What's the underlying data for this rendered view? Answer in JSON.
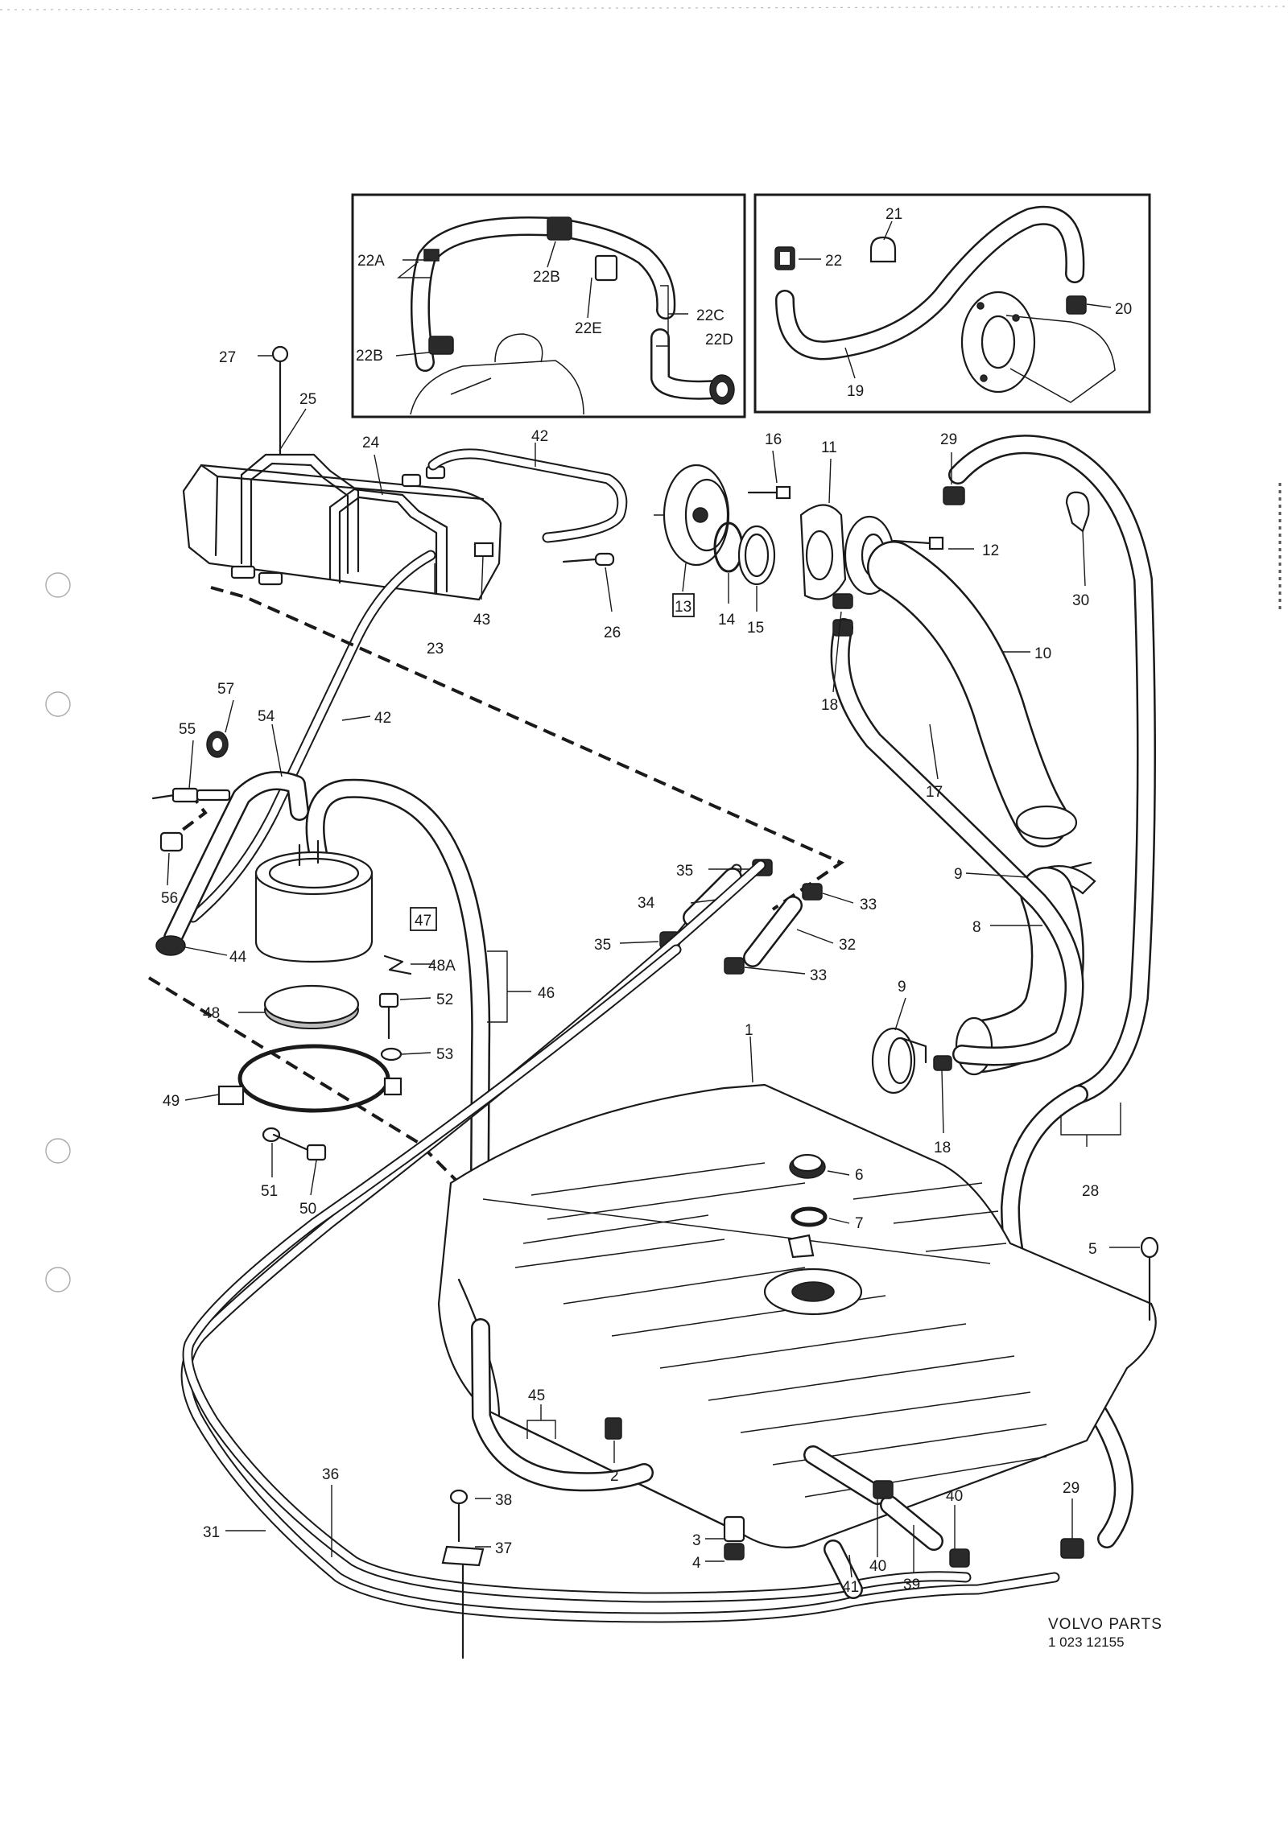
{
  "labels": {
    "l22A": "22A",
    "l22B_top": "22B",
    "l22E": "22E",
    "l22C": "22C",
    "l22D": "22D",
    "l22B_bot": "22B",
    "l21": "21",
    "l22": "22",
    "l20": "20",
    "l19": "19",
    "l27": "27",
    "l25": "25",
    "l24": "24",
    "l42_top": "42",
    "l43": "43",
    "l23": "23",
    "l26": "26",
    "l16": "16",
    "l11": "11",
    "l13": "13",
    "l14": "14",
    "l15": "15",
    "l18_top": "18",
    "l29_top": "29",
    "l12": "12",
    "l30": "30",
    "l10": "10",
    "l17": "17",
    "l57": "57",
    "l55": "55",
    "l54": "54",
    "l42_mid": "42",
    "l56": "56",
    "l44": "44",
    "l47": "47",
    "l48A": "48A",
    "l48": "48",
    "l52": "52",
    "l53": "53",
    "l46": "46",
    "l49": "49",
    "l51": "51",
    "l50": "50",
    "l35_top": "35",
    "l34": "34",
    "l35_bot": "35",
    "l33_top": "33",
    "l32": "32",
    "l33_bot": "33",
    "l9_top": "9",
    "l8": "8",
    "l9_bot": "9",
    "l18_bot": "18",
    "l1": "1",
    "l28": "28",
    "l6": "6",
    "l7": "7",
    "l5": "5",
    "l36": "36",
    "l31": "31",
    "l38": "38",
    "l37": "37",
    "l45": "45",
    "l2": "2",
    "l3": "3",
    "l4": "4",
    "l41": "41",
    "l40_left": "40",
    "l39": "39",
    "l40_right": "40",
    "l29_bot": "29"
  },
  "footer": {
    "brand": "VOLVO PARTS",
    "code": "1  023 12155"
  }
}
